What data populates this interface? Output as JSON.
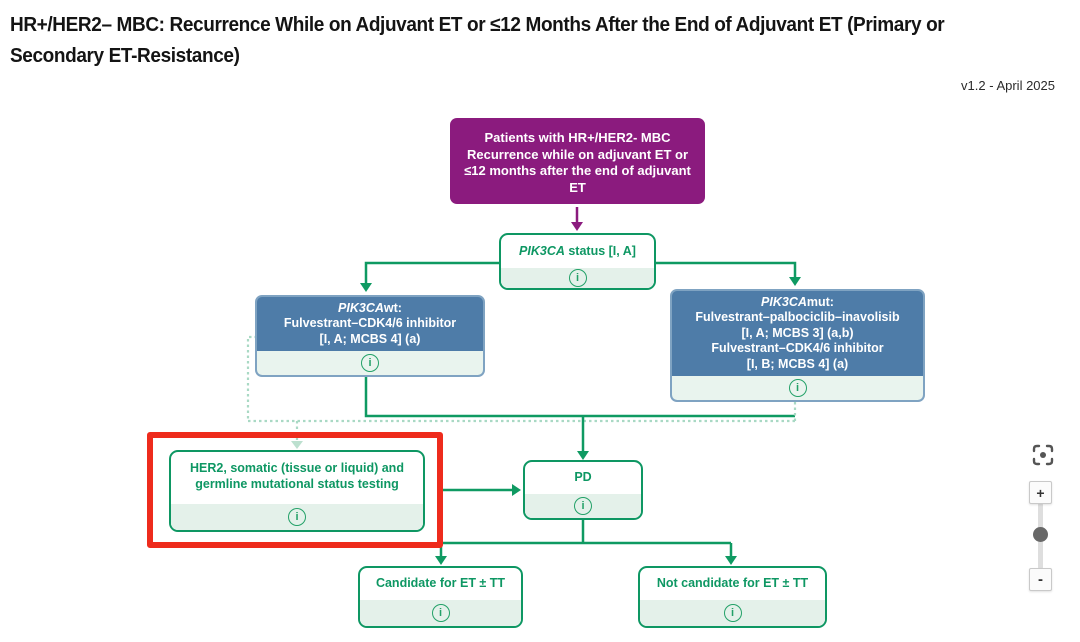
{
  "header": {
    "title_line1": "HR+/HER2– MBC: Recurrence While on Adjuvant ET or ≤12 Months After the End of Adjuvant ET (Primary or",
    "title_line2": "Secondary ET-Resistance)",
    "version": "v1.2 - April 2025"
  },
  "icons": {
    "info": "i",
    "zoom_in": "+",
    "zoom_out": "-",
    "reset_view": "focus-reset-icon"
  },
  "colors": {
    "purple": "#8B1B7E",
    "blue_fill": "#4E7CA8",
    "blue_border": "#7FA3C2",
    "green": "#0E9763",
    "light_green_strip": "#E4F1EA",
    "red_highlight": "#EE2B1C"
  },
  "flowchart": {
    "patients_box": {
      "lines": [
        "Patients with HR+/HER2- MBC",
        "Recurrence while on adjuvant ET or",
        "≤12 months after the end of adjuvant",
        "ET"
      ]
    },
    "status_box": {
      "gene": "PIK3CA",
      "rest": " status [I, A]"
    },
    "wt_box": {
      "gene": "PIK3CA",
      "suffix": "wt:",
      "lines": [
        "Fulvestrant–CDK4/6 inhibitor",
        "[I, A; MCBS 4] (a)"
      ]
    },
    "mut_box": {
      "gene": "PIK3CA",
      "suffix": "mut:",
      "lines": [
        "Fulvestrant–palbociclib–inavolisib",
        "[I, A; MCBS 3] (a,b)",
        "Fulvestrant–CDK4/6 inhibitor",
        "[I, B; MCBS 4] (a)"
      ]
    },
    "testing_box": {
      "lines": [
        "HER2, somatic (tissue or liquid) and",
        "germline mutational status testing"
      ]
    },
    "pd_box": {
      "label": "PD"
    },
    "candidate_box": {
      "label": "Candidate for ET ± TT"
    },
    "not_candidate_box": {
      "label": "Not candidate for ET ± TT"
    }
  }
}
